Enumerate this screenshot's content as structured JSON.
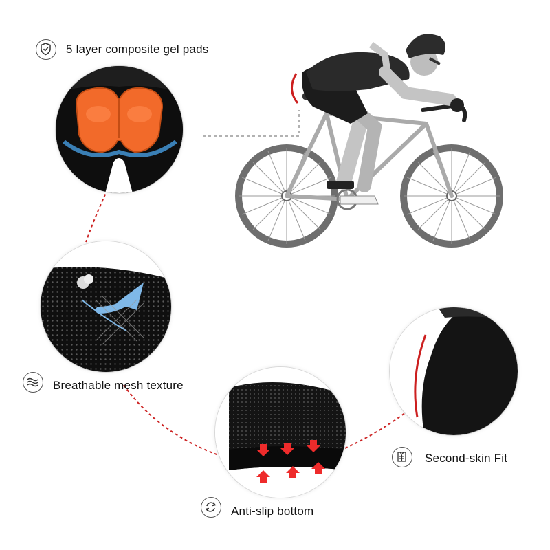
{
  "features": {
    "gel_pads": {
      "label": "5 layer composite gel pads",
      "icon": "shield-check-icon"
    },
    "mesh": {
      "label": "Breathable mesh texture",
      "icon": "wave-layers-icon"
    },
    "anti_slip": {
      "label": "Anti-slip bottom",
      "icon": "rotate-arrows-icon"
    },
    "second_skin": {
      "label": "Second-skin Fit",
      "icon": "shirt-fit-icon"
    }
  },
  "colors": {
    "connector": "#cc2222",
    "pad": "#f26a2a",
    "fabric": "#111111",
    "arrow_red": "#ee2b2b",
    "arrow_blue": "#7fb8e8",
    "bike_gray": "#6e6e6e"
  }
}
